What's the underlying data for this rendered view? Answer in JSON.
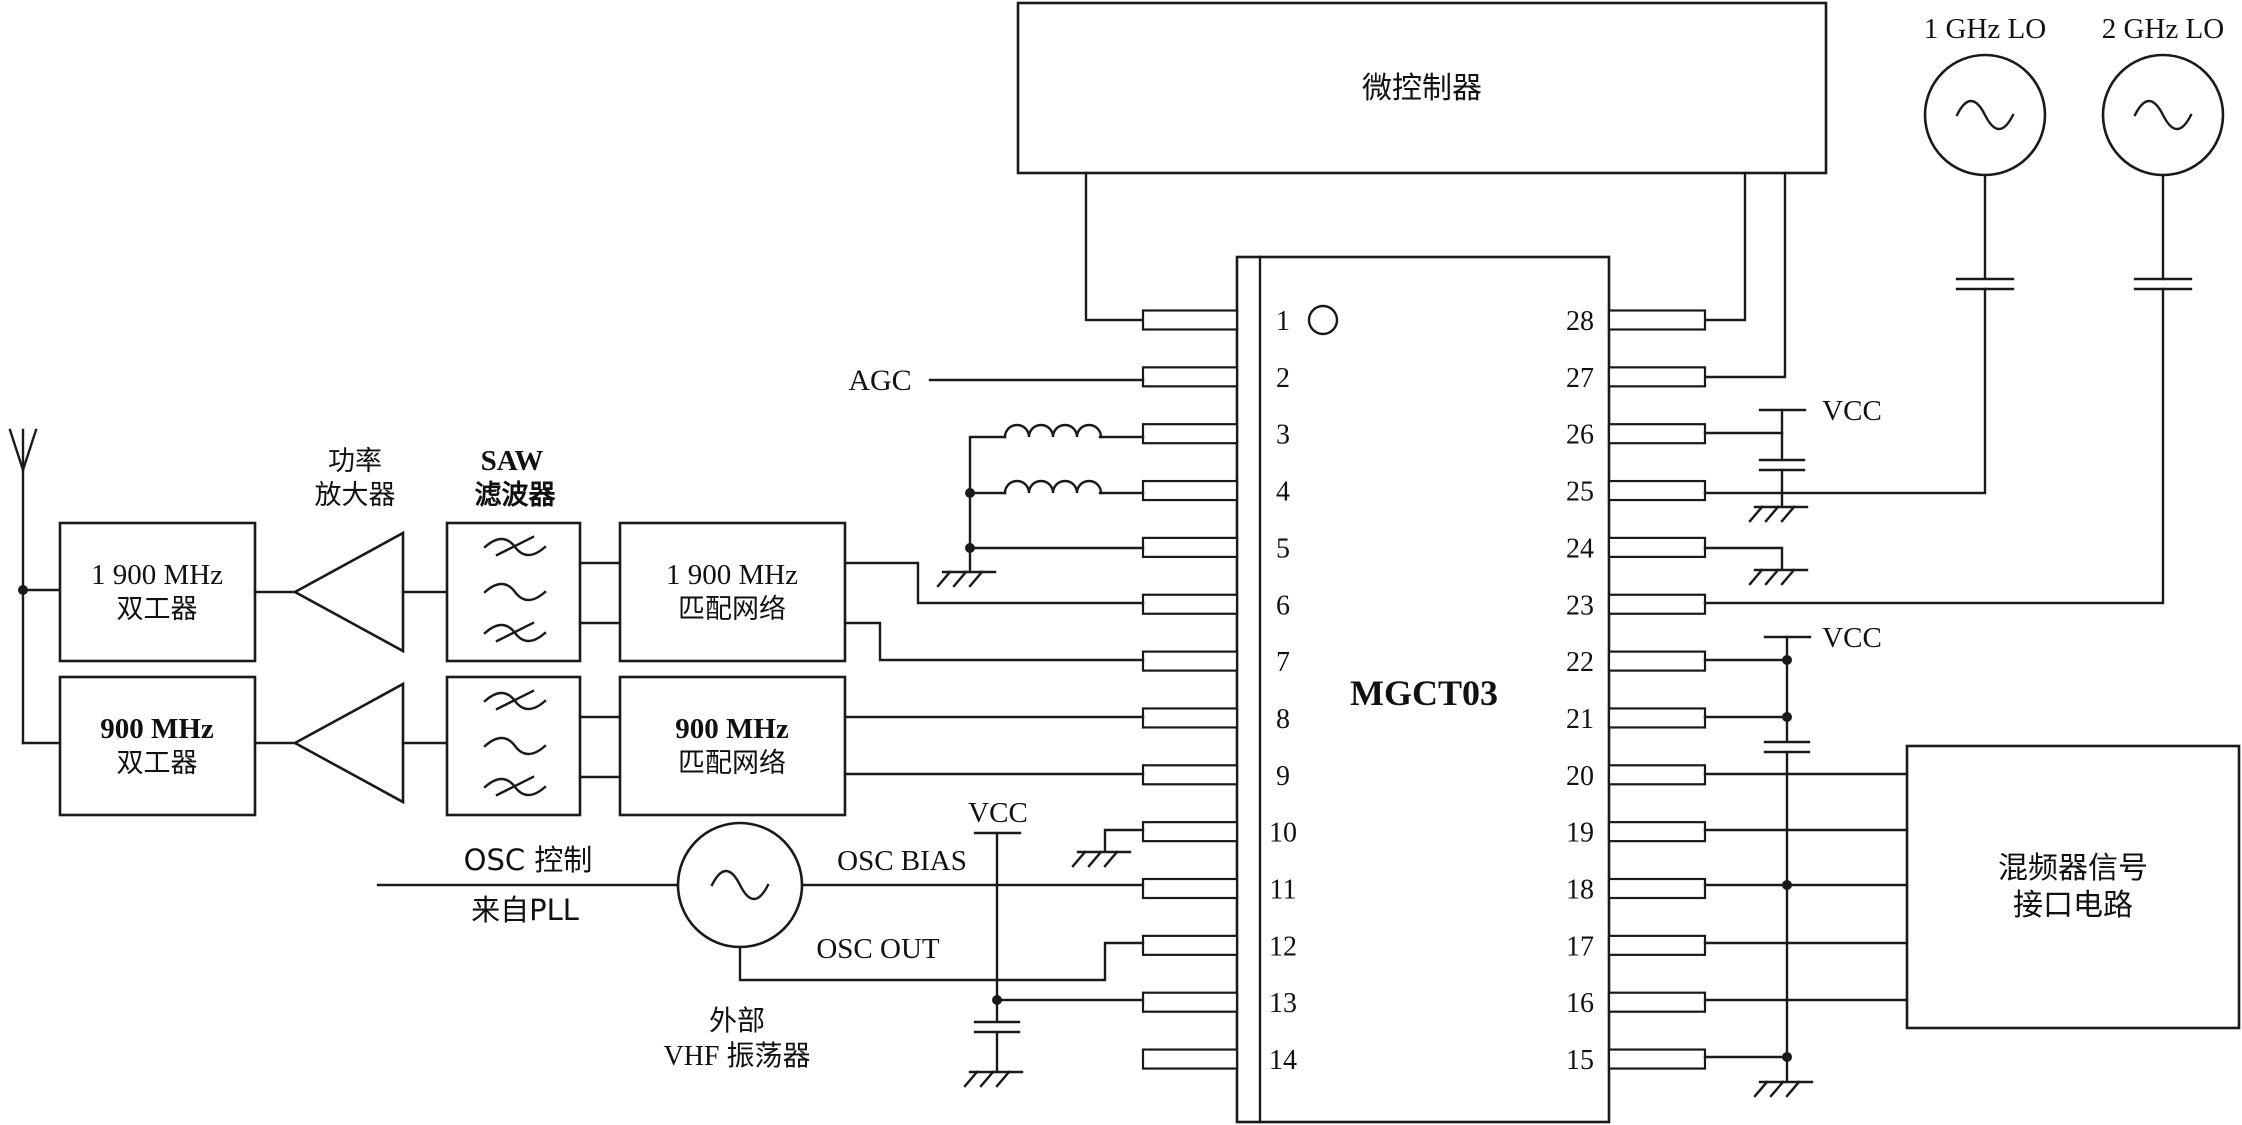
{
  "microcontroller": {
    "label": "微控制器"
  },
  "chip": {
    "name": "MGCT03",
    "left_pins": [
      "1",
      "2",
      "3",
      "4",
      "5",
      "6",
      "7",
      "8",
      "9",
      "10",
      "11",
      "12",
      "13",
      "14"
    ],
    "right_pins": [
      "28",
      "27",
      "26",
      "25",
      "24",
      "23",
      "22",
      "21",
      "20",
      "19",
      "18",
      "17",
      "16",
      "15"
    ]
  },
  "lo": {
    "lo1_label": "1 GHz LO",
    "lo2_label": "2 GHz LO"
  },
  "signals": {
    "agc": "AGC",
    "vcc": "VCC",
    "osc_control": "OSC 控制",
    "from_pll": "来自PLL",
    "osc_bias": "OSC BIAS",
    "osc_out": "OSC OUT"
  },
  "blocks": {
    "pa_label_line1": "功率",
    "pa_label_line2": "放大器",
    "saw_label_line1": "SAW",
    "saw_label_line2": "滤波器",
    "duplexer1900_line1": "1 900 MHz",
    "duplexer1900_line2": "双工器",
    "duplexer900_line1": "900 MHz",
    "duplexer900_line2": "双工器",
    "match1900_line1": "1 900 MHz",
    "match1900_line2": "匹配网络",
    "match900_line1": "900 MHz",
    "match900_line2": "匹配网络",
    "vhf_line1": "外部",
    "vhf_line2": "VHF 振荡器",
    "mixer_line1": "混频器信号",
    "mixer_line2": "接口电路"
  }
}
